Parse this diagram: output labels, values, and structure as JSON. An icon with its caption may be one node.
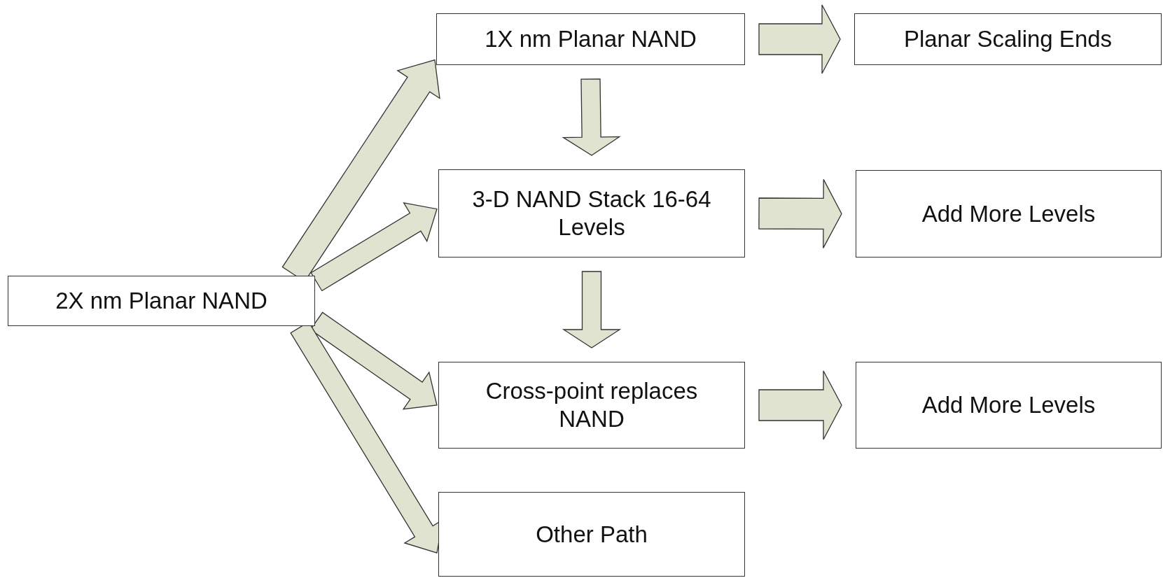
{
  "diagram": {
    "nodes": [
      {
        "text": [
          "2X nm Planar NAND"
        ]
      },
      {
        "text": [
          "1X nm Planar NAND"
        ]
      },
      {
        "text": [
          "Planar Scaling Ends"
        ]
      },
      {
        "text": [
          "3-D NAND Stack 16-64 Levels"
        ]
      },
      {
        "text": [
          "Add More Levels"
        ]
      },
      {
        "text": [
          "Cross-point replaces NAND"
        ]
      },
      {
        "text": [
          "Add More Levels"
        ]
      },
      {
        "text": [
          "Other Path"
        ]
      }
    ],
    "edges": [
      {
        "from": 0,
        "to": 1,
        "arrow": "to"
      },
      {
        "from": 0,
        "to": 3,
        "arrow": "to"
      },
      {
        "from": 0,
        "to": 5,
        "arrow": "to"
      },
      {
        "from": 0,
        "to": 7,
        "arrow": "to"
      },
      {
        "from": 1,
        "to": 2,
        "arrow": "to"
      },
      {
        "from": 1,
        "to": 3,
        "arrow": "to"
      },
      {
        "from": 3,
        "to": 4,
        "arrow": "to"
      },
      {
        "from": 3,
        "to": 5,
        "arrow": "to"
      },
      {
        "from": 5,
        "to": 6,
        "arrow": "to"
      }
    ]
  }
}
